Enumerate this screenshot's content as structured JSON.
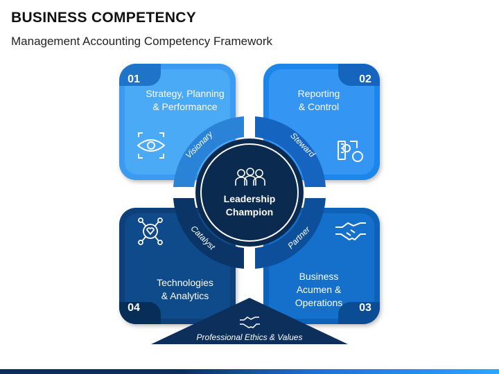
{
  "header": {
    "title": "BUSINESS COMPETENCY",
    "subtitle": "Management Accounting Competency Framework"
  },
  "center": {
    "line1": "Leadership",
    "line2": "Champion",
    "icon": "team-people-icon"
  },
  "quadrants": [
    {
      "number": "01",
      "lines": [
        "Strategy, Planning",
        "& Performance"
      ],
      "role": "Visionary",
      "icon": "eye-target-icon",
      "color": "#3a9bf0"
    },
    {
      "number": "02",
      "lines": [
        "Reporting",
        "& Control"
      ],
      "role": "Steward",
      "icon": "gears-control-icon",
      "color": "#1e86ea"
    },
    {
      "number": "03",
      "lines": [
        "Business",
        "Acumen &",
        "Operations"
      ],
      "role": "Partner",
      "icon": "handshake-icon",
      "color": "#0f63b8"
    },
    {
      "number": "04",
      "lines": [
        "Technologies",
        "& Analytics"
      ],
      "role": "Catalyst",
      "icon": "network-heart-icon",
      "color": "#0b3f78"
    }
  ],
  "footer": {
    "label": "Professional Ethics & Values",
    "icon": "handshake-icon"
  },
  "colors": {
    "q1": "#3a9bf0",
    "q2": "#1e86ea",
    "q3": "#0f63b8",
    "q4": "#0b3f78",
    "center": "#0a2a50",
    "footer": "#0c2f5c"
  }
}
